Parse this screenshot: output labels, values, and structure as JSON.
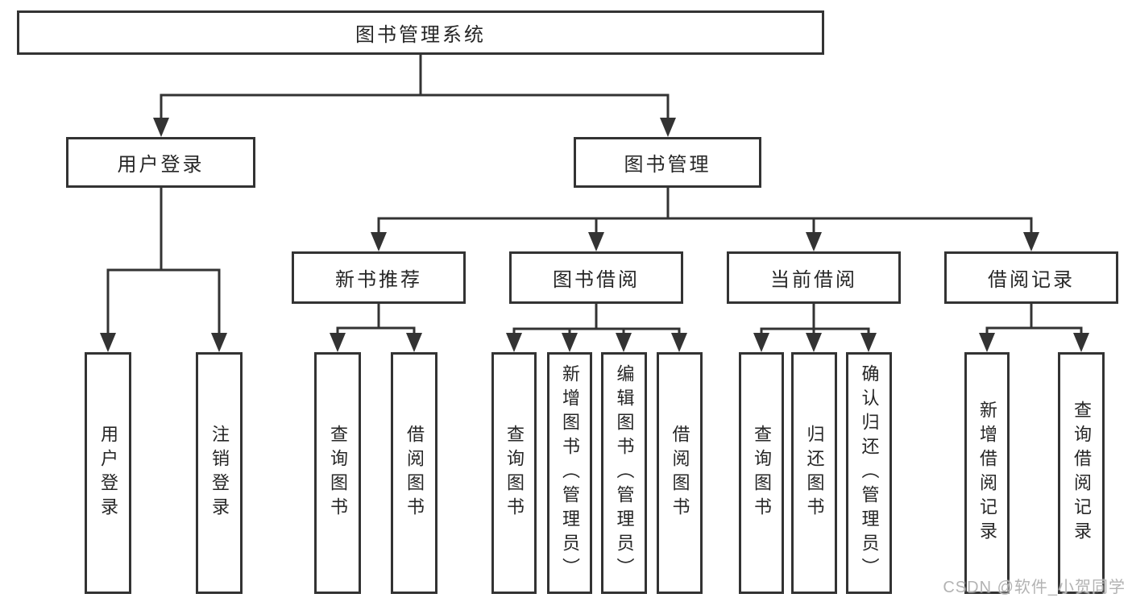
{
  "diagram": {
    "type": "tree",
    "title": "图书管理系统",
    "watermark": "CSDN @软件_小贺同学",
    "colors": {
      "line": "#333333",
      "box_border": "#333333",
      "text": "#262626",
      "watermark": "#b3b3b3",
      "background": "#ffffff"
    },
    "root": {
      "label": "图书管理系统"
    },
    "branches": [
      {
        "label": "用户登录",
        "children": [
          "用户登录",
          "注销登录"
        ]
      },
      {
        "label": "图书管理",
        "sections": [
          {
            "label": "新书推荐",
            "children": [
              "查询图书",
              "借阅图书"
            ]
          },
          {
            "label": "图书借阅",
            "children": [
              "查询图书",
              "新增图书（管理员）",
              "编辑图书（管理员）",
              "借阅图书"
            ]
          },
          {
            "label": "当前借阅",
            "children": [
              "查询图书",
              "归还图书",
              "确认归还（管理员）"
            ]
          },
          {
            "label": "借阅记录",
            "children": [
              "新增借阅记录",
              "查询借阅记录"
            ]
          }
        ]
      }
    ]
  }
}
